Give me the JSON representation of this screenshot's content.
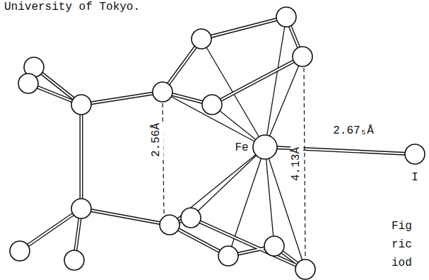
{
  "diagram": {
    "labels": [
      "University of Tokyo.",
      "2.56Å",
      "Fe",
      "4.13Å",
      "2.67₅Å",
      "I",
      "Fig",
      "ric",
      "iod"
    ]
  }
}
